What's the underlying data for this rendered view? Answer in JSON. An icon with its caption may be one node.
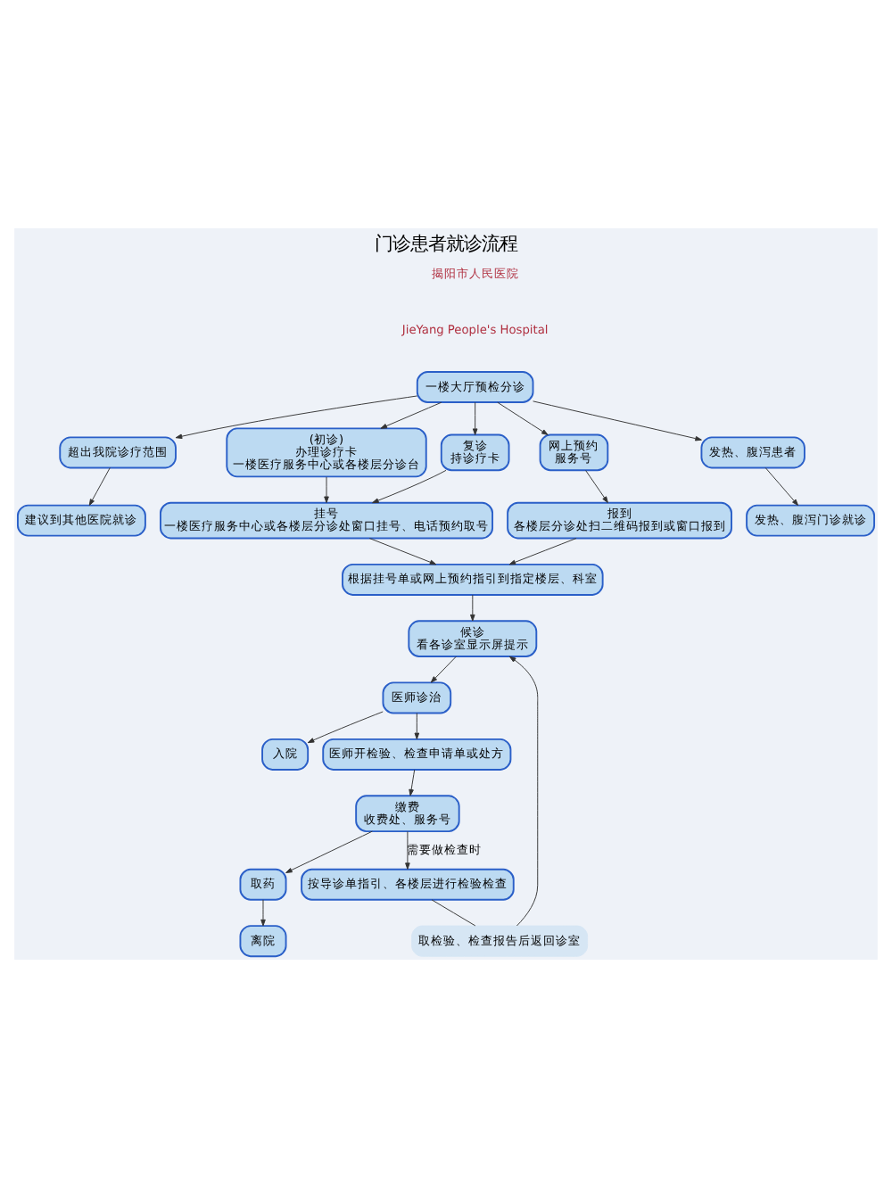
{
  "diagram": {
    "title": "门诊患者就诊流程",
    "nodes": [
      {
        "text": [
          "一楼大厅预检分诊"
        ]
      },
      {
        "text": [
          "超出我院诊疗范围"
        ]
      },
      {
        "text": [
          "(初诊)",
          "办理诊疗卡",
          "一楼医疗服务中心或各楼层分诊台"
        ]
      },
      {
        "text": [
          "复诊",
          "持诊疗卡"
        ]
      },
      {
        "text": [
          "网上预约",
          "服务号"
        ]
      },
      {
        "text": [
          "发热、腹泻患者"
        ]
      },
      {
        "text": [
          "建议到其他医院就诊"
        ]
      },
      {
        "text": [
          "挂号",
          "一楼医疗服务中心或各楼层分诊处窗口挂号、电话预约取号"
        ]
      },
      {
        "text": [
          "报到",
          "各楼层分诊处扫二维码报到或窗口报到"
        ]
      },
      {
        "text": [
          "发热、腹泻门诊就诊"
        ]
      },
      {
        "text": [
          "根据挂号单或网上预约指引到指定楼层、科室"
        ]
      },
      {
        "text": [
          "候诊",
          "看各诊室显示屏提示"
        ]
      },
      {
        "text": [
          "医师诊治"
        ]
      },
      {
        "text": [
          "医师开检验、检查申请单或处方"
        ]
      },
      {
        "text": [
          "入院"
        ]
      },
      {
        "text": [
          "缴费",
          "收费处、服务号"
        ]
      },
      {
        "text": [
          "按导诊单指引、各楼层进行检验检查"
        ]
      },
      {
        "text": [
          "取药"
        ]
      },
      {
        "text": [
          "离院"
        ]
      },
      {
        "text": [
          "取检验、检查报告后返回诊室"
        ]
      }
    ],
    "edges": [
      {
        "from": 0,
        "to": 1,
        "arrow": "to"
      },
      {
        "from": 0,
        "to": 2,
        "arrow": "to"
      },
      {
        "from": 0,
        "to": 3,
        "arrow": "to"
      },
      {
        "from": 0,
        "to": 4,
        "arrow": "to"
      },
      {
        "from": 0,
        "to": 5,
        "arrow": "to"
      },
      {
        "from": 1,
        "to": 6,
        "arrow": "to"
      },
      {
        "from": 2,
        "to": 7,
        "arrow": "to"
      },
      {
        "from": 3,
        "to": 7,
        "arrow": "to"
      },
      {
        "from": 4,
        "to": 8,
        "arrow": "to"
      },
      {
        "from": 5,
        "to": 9,
        "arrow": "to"
      },
      {
        "from": 7,
        "to": 10,
        "arrow": "to"
      },
      {
        "from": 8,
        "to": 10,
        "arrow": "to"
      },
      {
        "from": 10,
        "to": 11,
        "arrow": "to"
      },
      {
        "from": 11,
        "to": 12,
        "arrow": "to"
      },
      {
        "from": 12,
        "to": 13,
        "arrow": "to"
      },
      {
        "from": 12,
        "to": 14,
        "arrow": "to"
      },
      {
        "from": 13,
        "to": 15,
        "arrow": "to"
      },
      {
        "from": 15,
        "to": 16,
        "arrow": "to",
        "label": "需要做检查时"
      },
      {
        "from": 15,
        "to": 17,
        "arrow": "to"
      },
      {
        "from": 17,
        "to": 18,
        "arrow": "to"
      },
      {
        "from": 16,
        "to": 19,
        "arrow": "none"
      },
      {
        "from": 19,
        "to": 11,
        "arrow": "to"
      }
    ],
    "labels": [
      "揭阳市人民医院",
      "JieYang People's Hospital"
    ]
  }
}
